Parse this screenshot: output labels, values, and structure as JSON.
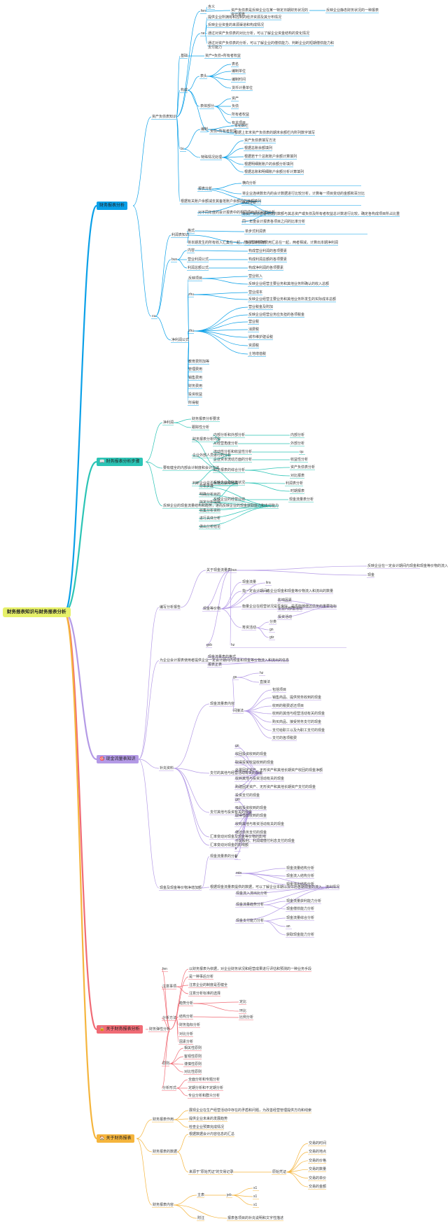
{
  "root": {
    "label": "财务报表知识与财务报表分析"
  },
  "branches": [
    {
      "label": "财务报表分析",
      "icon": "",
      "color": "#0aa0e8"
    },
    {
      "label": "财务报表分析步骤",
      "icon": "📖",
      "color": "#2bc4b5"
    },
    {
      "label": "现金流量表知识",
      "icon": "🎯",
      "color": "#b49ae6"
    },
    {
      "label": "关于财务报表分析",
      "icon": "🔒",
      "color": "#f06b75"
    },
    {
      "label": "关于财务报表",
      "icon": "🏠",
      "color": "#f5b53d"
    }
  ],
  "nodes": [
    "资产负债表知识",
    "fen",
    "含义",
    "资产负债表是反映企业在某一特定日期财务状况的会计报表",
    "反映企业静态财务状况的一种报表",
    "ne",
    "提供企业所拥有和控制的经济资源及其分布情况",
    "反映企业资金的来源渠道和构成情况",
    "通过对资产负债表的对比分析，可以了解企业资金结构的变化情况",
    "通过对资产负债表的分析，可以了解企业的偿债能力、判断企业的短期偿债能力和支付能力",
    "基础",
    "资产=负债+所有者权益",
    "构成",
    "表头",
    "表名",
    "编制单位",
    "编制时间",
    "货币计量单位",
    "表体部分",
    "资产",
    "负债",
    "所有者权益",
    "有关项目",
    "负债+所有者权益",
    "bi",
    "编制",
    "年初数栏",
    "根据上年末资产负债表的期末余额栏内所列数字填写",
    "特殊情况处理",
    "资产负债表填写方法",
    "根据总账余额填列",
    "根据若干个总账账户余额计算填列",
    "根据明细账账户的余额分析填列",
    "根据总账和明细账户余额分析计算填列",
    "根据有关账户余额减去其备抵账户余额后的净额填列",
    "报表分析",
    "横向分析",
    "将企业连续数年内的会计数据进行比较分析，计算每一项目变动的金额和百分比",
    "对不同年度的会计报表中的相同项目进行比较分析",
    "纵向分析",
    "将资产负债表各项目的数额与其总资产或负债及所有者权益总计数进行比较，确定各构成项目所占比重",
    "同一年度会计报表各项目之间的比率分析",
    "cu",
    "利润表知识",
    "格式",
    "单步式利润表",
    "将本期发生的所有收入汇集在一起，然后再将所有费用汇总在一起，两者相减，计算出本期净利润",
    "多步式利润表",
    "bus",
    "内容",
    "构成营业利润的各项要素",
    "营业利润公式",
    "构成利润总额的各项要素",
    "利润总额公式",
    "构成净利润的各项要素",
    "净利润公式",
    "反映项目",
    "营业收入",
    "反映企业经营主要业务和其他业务所确认的收入总额",
    "zhu",
    "营业成本",
    "反映企业经营主要业务和其他业务所发生的实际成本总额",
    "zhu",
    "营业税金及附加",
    "反映企业经营业务应负担的各项税金",
    "营业税",
    "消费税",
    "城市维护建设税",
    "资源税",
    "土地增值税",
    "教育费附加等",
    "管理费用",
    "销售费用",
    "财务费用",
    "投资收益",
    "所得税",
    "净利润",
    "财务报表分析要求",
    "跟踪性分析",
    "要有健全的内部会计制度和会计方法",
    "财务报表分析内容",
    "内部分析和外部分析",
    "内部分析",
    "从经营角度分析",
    "外部分析",
    "企业外部人员进行的分析",
    "流动性分析和收益性分析",
    "qu",
    "企业资本流动方面的分析",
    "收益性分析",
    "判断企业是否有能力获得利润",
    "财务报表的综合分析",
    "资产负债表分析",
    "对比报表",
    "反映企业的财务状况",
    "利润表分析",
    "时期报表",
    "反映企业的经营业绩",
    "现金流量表分析",
    "反映企业的现金流量结构和趋势，进而反映企业的现金获取能力和支付能力",
    "分析步骤",
    "明确分析目的",
    "拟定分析提纲",
    "收集分析资料",
    "进行具体分析",
    "做出分析结论",
    "编写分析报告",
    "关于现金流量表",
    "bus",
    "反映企业在一定会计期间内现金和现金等价物的流入和流出的报表",
    "现金",
    "现金等价物",
    "现金流量",
    "lira",
    "指一定会计期间内企业现金和现金等价物流入和流出的数量",
    "dj",
    "衡量企业在经营状况是否良好、是否能够偿还债务的重要指标",
    "影响因素",
    "企业内部营活动",
    "投资活动",
    "筹资活动",
    "分类",
    "gn",
    "gtz",
    "gxb",
    "hz",
    "为企业会计报表使用者提供企业一定会计期间内现金和现金等价物流入和流出的信息",
    "现金流量表的格式",
    "报表正表",
    "补充资料",
    "现金流量表内容",
    "gs",
    "hz",
    "直接法",
    "间接法",
    "包括项目",
    "销售商品、提供劳务收到的现金",
    "收到的税费返还项目",
    "收到的其他与经营活动有关的现金",
    "购买商品、接受劳务支付的现金",
    "支付给职工以及为职工支付的现金",
    "支付的各项税费",
    "支付的其他与经营活动有关的现金",
    "gn",
    "收回投资收到的现金",
    "取得投资收益收到的现金",
    "处置固定资产、无形资产和其他长期资产收回的现金净额",
    "收到其他与投资活动有关的现金",
    "购建固定资产、无形资产和其他长期资产支付的现金",
    "投资支付的现金",
    "支付其他与投资有关的现金",
    "gm",
    "吸收投资收到的现金",
    "取得借款收到的现金",
    "收到其他与筹资活动有关的现金",
    "偿还债务支付的现金",
    "分配股利、利润或偿付利息支付的现金",
    "lr",
    "lr",
    "汇率变动对现金及现金等价物的影响",
    "汇率变动对现金的影响额",
    "现金及现金等价物净增加额",
    "现金流量表的分析",
    "根据现金流量表提供的数据，可以了解企业本期以及以后各期现金的流入、流出情况",
    "mtn",
    "现金流量结构分析",
    "现金流入结构分析",
    "现金流出结构分析",
    "现金流入流出比分析",
    "现金流量趋势分析",
    "现金流量获利能力分析",
    "现金偿债能力分析",
    "现金支付能力分析",
    "现金流量综合分析",
    "an",
    "获取现金能力分析",
    "财务弹性分析",
    "fen",
    "以财务报表为依据，对企业财务状况和经营成果进行评估和预测的一种业务手段",
    "是一种事后分析",
    "注意事项",
    "注意企业的制度是否健全",
    "注意分析标准的选择",
    "分析方法",
    "趋势分析",
    "定比",
    "环比",
    "结构分析",
    "比例分析",
    "财务指标分析",
    "对比分析",
    "因素分析",
    "原则",
    "相关性原则",
    "客观性原则",
    "谨慎性原则",
    "对比性原则",
    "分析形式",
    "全面分析和专题分析",
    "定期分析和不定期分析",
    "专业分析和群众分析",
    "财务报表作用",
    "展现企业在生产经营活动中存在的矛盾和问题，为改善经营管理提供方向和线索",
    "提供企业未来的发展趋势",
    "检查企业预算完成情况",
    "财务报表的数据",
    "根据数据会计内容信息的汇总",
    "来源于“原始凭证”的交易记录",
    "原始凭证",
    "交易的时间",
    "交易的地点",
    "交易的价格",
    "交易的数量",
    "交易的单价",
    "交易的金额",
    "财务报表内容",
    "主表",
    "jeb",
    "s1",
    "s1",
    "s1",
    "附注",
    "报表各项目的补充说明和文字性描述"
  ]
}
